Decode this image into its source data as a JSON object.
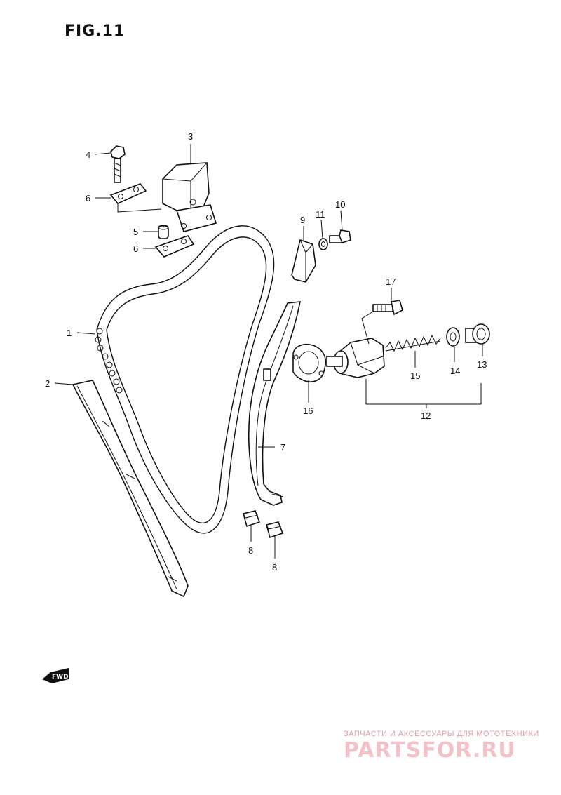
{
  "figure": {
    "title": "FIG.11"
  },
  "callouts": [
    {
      "id": "1",
      "text": "1"
    },
    {
      "id": "2",
      "text": "2"
    },
    {
      "id": "3",
      "text": "3"
    },
    {
      "id": "4",
      "text": "4"
    },
    {
      "id": "5",
      "text": "5"
    },
    {
      "id": "6a",
      "text": "6"
    },
    {
      "id": "6b",
      "text": "6"
    },
    {
      "id": "7",
      "text": "7"
    },
    {
      "id": "8a",
      "text": "8"
    },
    {
      "id": "8b",
      "text": "8"
    },
    {
      "id": "9",
      "text": "9"
    },
    {
      "id": "10",
      "text": "10"
    },
    {
      "id": "11",
      "text": "11"
    },
    {
      "id": "12",
      "text": "12"
    },
    {
      "id": "13",
      "text": "13"
    },
    {
      "id": "14",
      "text": "14"
    },
    {
      "id": "15",
      "text": "15"
    },
    {
      "id": "16",
      "text": "16"
    },
    {
      "id": "17",
      "text": "17"
    }
  ],
  "direction_badge": {
    "text": "FWD"
  },
  "watermark": {
    "tagline": "ЗАПЧАСТИ И АКСЕССУАРЫ ДЛЯ МОТОТЕХНИКИ",
    "logo": "PARTSFOR.RU"
  },
  "colors": {
    "ink": "#111111",
    "watermark": "#e0a0a8"
  }
}
